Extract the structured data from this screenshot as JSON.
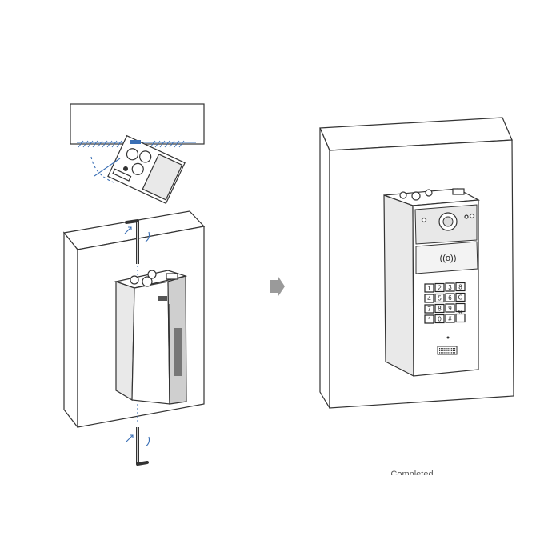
{
  "figure": {
    "caption": "Completed",
    "keypad_keys": [
      "1",
      "2",
      "3",
      "8",
      "4",
      "5",
      "6",
      "C",
      "7",
      "8",
      "9",
      "",
      "*",
      "0",
      "#",
      ""
    ],
    "rfid_symbol": "((o))",
    "arrow_color": "#9a9a9a",
    "accent_color": "#3a6fb5"
  }
}
